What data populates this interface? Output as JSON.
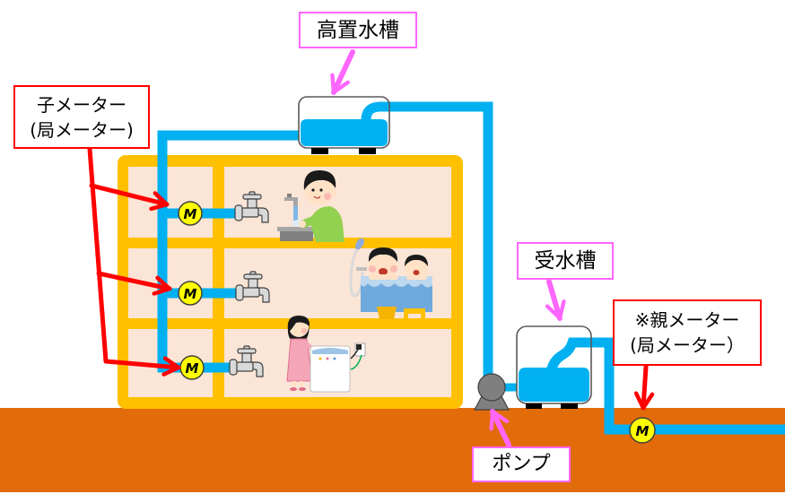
{
  "diagram": {
    "labels": {
      "child_meter": {
        "line1": "子メーター",
        "line2": "(局メーター)"
      },
      "elevated_tank": "高置水槽",
      "receiving_tank": "受水槽",
      "parent_meter": {
        "line1": "※親メーター",
        "line2": "(局メーター）"
      },
      "pump": "ポンプ"
    },
    "meters": [
      {
        "symbol": "M"
      },
      {
        "symbol": "M"
      },
      {
        "symbol": "M"
      },
      {
        "symbol": "M"
      }
    ],
    "floors": [
      {
        "illustration": "boy-washing-hands-icon"
      },
      {
        "illustration": "family-bathing-icon"
      },
      {
        "illustration": "woman-doing-laundry-icon"
      }
    ]
  },
  "colors": {
    "pipe": "#00B0F0",
    "building_frame": "#FFC000",
    "building_interior": "#FBE5D6",
    "ground": "#E26B0A",
    "meter": "#FFFF00",
    "callout_red": "#FF0000",
    "callout_pink": "#FF66FF",
    "pump": "#7F7F7F",
    "tank_outline": "#595959"
  }
}
